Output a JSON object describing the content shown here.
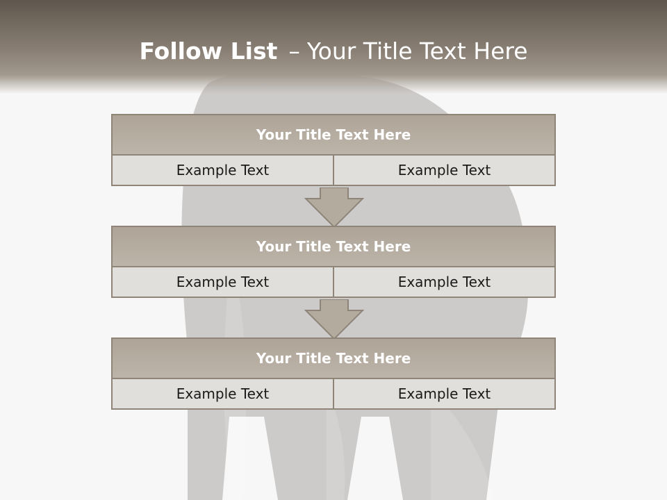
{
  "slide": {
    "title_bold": "Follow List",
    "title_dash": "–",
    "title_rest": "Your Title Text Here"
  },
  "steps": [
    {
      "title": "Your Title Text Here",
      "left_text": "Example Text",
      "right_text": "Example Text"
    },
    {
      "title": "Your Title Text Here",
      "left_text": "Example Text",
      "right_text": "Example Text"
    },
    {
      "title": "Your Title Text Here",
      "left_text": "Example Text",
      "right_text": "Example Text"
    }
  ],
  "colors": {
    "header_dark": "#5f574d",
    "box_title": "#b3a99d",
    "box_cell": "#e1dfdb",
    "border": "#8e8478",
    "arrow": "#b4ab9f"
  },
  "icons": {
    "connector": "down-arrow-icon"
  }
}
